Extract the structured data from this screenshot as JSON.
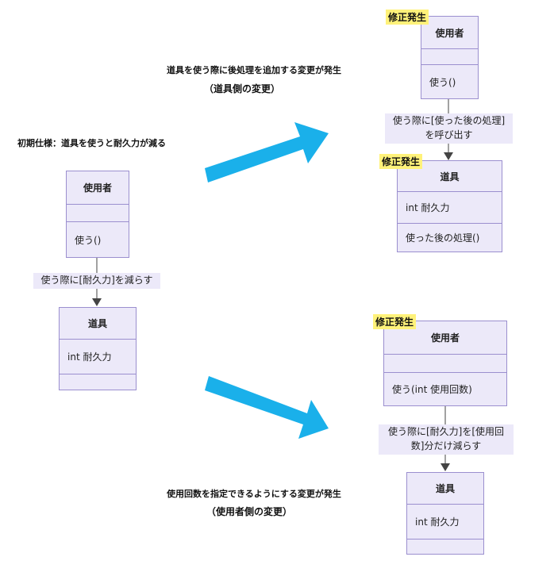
{
  "left": {
    "caption": "初期仕様：道具を使うと耐久力が減る",
    "user": {
      "title": "使用者",
      "methods": "使う()"
    },
    "relation": "使う際に[耐久力]を減らす",
    "tool": {
      "title": "道具",
      "attrs": "int 耐久力"
    }
  },
  "top_caption": {
    "line1": "道具を使う際に後処理を追加する変更が発生",
    "line2": "（道具側の変更）"
  },
  "top": {
    "user_badge": "修正発生",
    "user": {
      "title": "使用者",
      "methods": "使う()"
    },
    "relation_line1": "使う際に[使った後の処理]",
    "relation_line2": "を呼び出す",
    "tool_badge": "修正発生",
    "tool": {
      "title": "道具",
      "attrs": "int 耐久力",
      "methods": "使った後の処理()"
    }
  },
  "bottom_caption": {
    "line1": "使用回数を指定できるようにする変更が発生",
    "line2": "（使用者側の変更）"
  },
  "bottom": {
    "user_badge": "修正発生",
    "user": {
      "title": "使用者",
      "methods": "使う(int 使用回数)"
    },
    "relation_line1": "使う際に[耐久力]を[使用回",
    "relation_line2": "数]分だけ減らす",
    "tool": {
      "title": "道具",
      "attrs": "int 耐久力"
    }
  },
  "colors": {
    "arrow": "#1ab0ea",
    "class_fill": "#ece9f9",
    "class_border": "#9b8fcf",
    "badge": "#fff27a"
  }
}
